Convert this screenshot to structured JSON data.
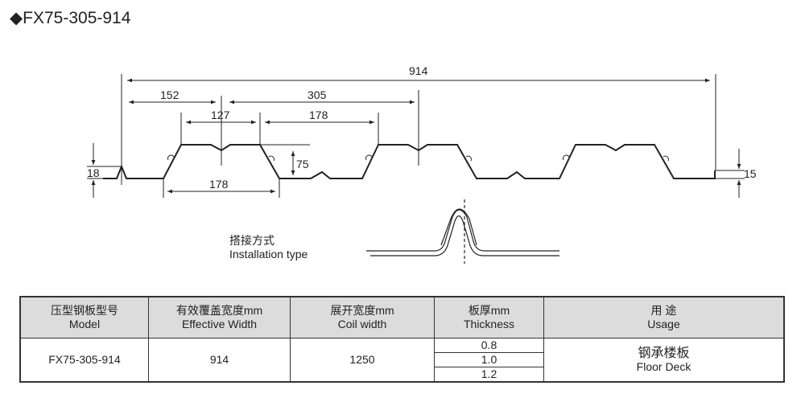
{
  "title": "◆FX75-305-914",
  "dimensions": {
    "total": "914",
    "d152": "152",
    "d305": "305",
    "d127": "127",
    "d178_top": "178",
    "d75": "75",
    "d18": "18",
    "d178_bottom": "178",
    "d15": "15"
  },
  "installation": {
    "cn": "搭接方式",
    "en": "Installation type"
  },
  "table": {
    "headers": [
      {
        "cn": "压型钢板型号",
        "en": "Model"
      },
      {
        "cn": "有效覆盖宽度mm",
        "en": "Effective Width"
      },
      {
        "cn": "展开宽度mm",
        "en": "Coil width"
      },
      {
        "cn": "板厚mm",
        "en": "Thickness"
      },
      {
        "cn": "用 途",
        "en": "Usage"
      }
    ],
    "row": {
      "model": "FX75-305-914",
      "effective_width": "914",
      "coil_width": "1250",
      "thickness": [
        "0.8",
        "1.0",
        "1.2"
      ],
      "usage_cn": "钢承楼板",
      "usage_en": "Floor Deck"
    }
  }
}
